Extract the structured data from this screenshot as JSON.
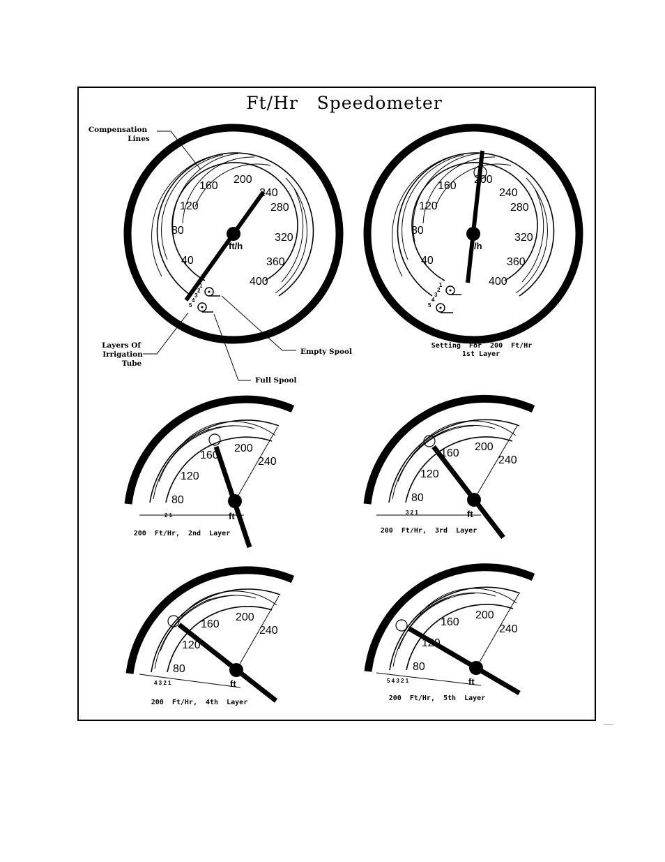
{
  "title": "Ft/Hr   Speedometer",
  "callouts": {
    "compensation_1": "Compensation",
    "compensation_2": "Lines",
    "layers_1": "Layers Of",
    "layers_2": "Irrigation",
    "layers_3": "Tube",
    "empty_spool": "Empty Spool",
    "full_spool": "Full Spool"
  },
  "unit_label": "ft/h",
  "unit_label_partial": "/h",
  "unit_label_short": "ft",
  "scale_labels": [
    "40",
    "80",
    "120",
    "160",
    "200",
    "240",
    "280",
    "320",
    "360",
    "400"
  ],
  "layer_numbers_full": [
    "1",
    "2",
    "3",
    "4",
    "5"
  ],
  "gauges": [
    {
      "id": "reference",
      "caption": "",
      "needle_value": 240
    },
    {
      "id": "layer1",
      "caption_1": "Setting  For  200  Ft/Hr",
      "caption_2": "1st Layer",
      "needle_value": 200
    },
    {
      "id": "layer2",
      "caption": "200  Ft/Hr,  2nd  Layer",
      "layer_marks": "2 1"
    },
    {
      "id": "layer3",
      "caption": "200  Ft/Hr,  3rd  Layer",
      "layer_marks": "3 2 1"
    },
    {
      "id": "layer4",
      "caption": "200  Ft/Hr,  4th  Layer",
      "layer_marks": "4 3 2 1"
    },
    {
      "id": "layer5",
      "caption": "200  Ft/Hr,  5th  Layer",
      "layer_marks": "5 4 3 2 1"
    }
  ]
}
